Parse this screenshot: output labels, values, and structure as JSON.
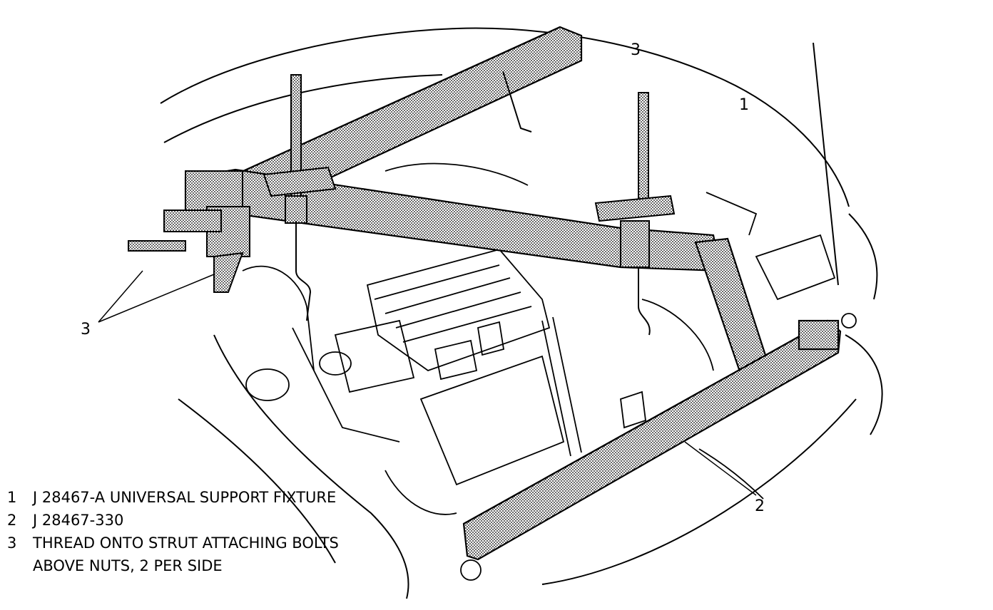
{
  "callouts": {
    "top_3": "3",
    "right_1": "1",
    "left_3": "3",
    "bottom_2": "2"
  },
  "legend": [
    {
      "num": "1",
      "text": "J 28467-A UNIVERSAL SUPPORT FIXTURE"
    },
    {
      "num": "2",
      "text": "J 28467-330"
    },
    {
      "num": "3",
      "text": "THREAD ONTO STRUT ATTACHING BOLTS"
    },
    {
      "num": "",
      "text": "ABOVE NUTS, 2 PER SIDE"
    }
  ],
  "colors": {
    "ink": "#000000",
    "fixture_fill": "#d3d3d3",
    "paper": "#ffffff"
  }
}
